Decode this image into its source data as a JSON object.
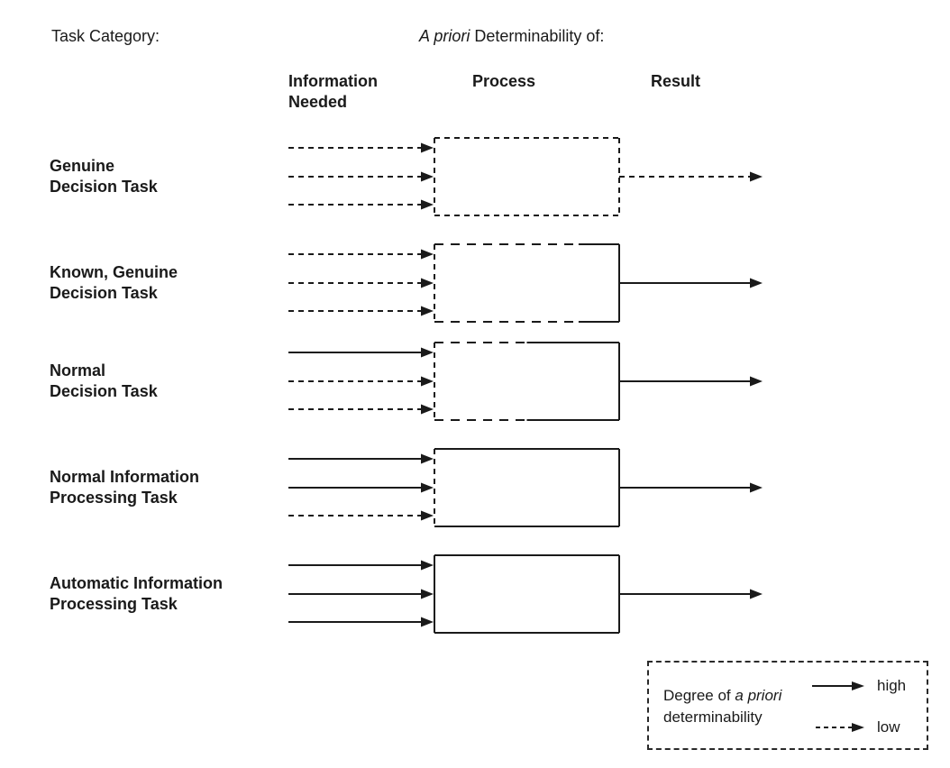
{
  "page": {
    "background": "#ffffff",
    "ink": "#1a1a1a"
  },
  "header": {
    "task_category_label": "Task Category:",
    "title_italic": "A priori",
    "title_rest": " Determinability of:",
    "column_information_line1": "Information",
    "column_information_line2": "Needed",
    "column_process": "Process",
    "column_result": "Result"
  },
  "rows": [
    {
      "label_lines": [
        "Genuine",
        "Decision Task"
      ],
      "inputs": [
        "low",
        "low",
        "low"
      ],
      "process_box": {
        "left": "low",
        "right": "low",
        "solid_fraction_right": 0
      },
      "output": "low"
    },
    {
      "label_lines": [
        "Known, Genuine",
        "Decision Task"
      ],
      "inputs": [
        "low",
        "low",
        "low"
      ],
      "process_box": {
        "left": "low",
        "right": "high",
        "solid_fraction_right": 0.22
      },
      "output": "high"
    },
    {
      "label_lines": [
        "Normal",
        "Decision Task"
      ],
      "inputs": [
        "high",
        "low",
        "low"
      ],
      "process_box": {
        "left": "low",
        "right": "high",
        "solid_fraction_right": 0.5
      },
      "output": "high"
    },
    {
      "label_lines": [
        "Normal Information",
        "Processing Task"
      ],
      "inputs": [
        "high",
        "high",
        "low"
      ],
      "process_box": {
        "left": "low",
        "right": "high",
        "solid_fraction_right": 1
      },
      "output": "high"
    },
    {
      "label_lines": [
        "Automatic Information",
        "Processing Task"
      ],
      "inputs": [
        "high",
        "high",
        "high"
      ],
      "process_box": {
        "left": "high",
        "right": "high",
        "solid_fraction_right": 1
      },
      "output": "high"
    }
  ],
  "legend": {
    "caption_line1_regular": "Degree of ",
    "caption_line1_italic": "a priori",
    "caption_line2": "determinability",
    "high_label": "high",
    "low_label": "low"
  }
}
